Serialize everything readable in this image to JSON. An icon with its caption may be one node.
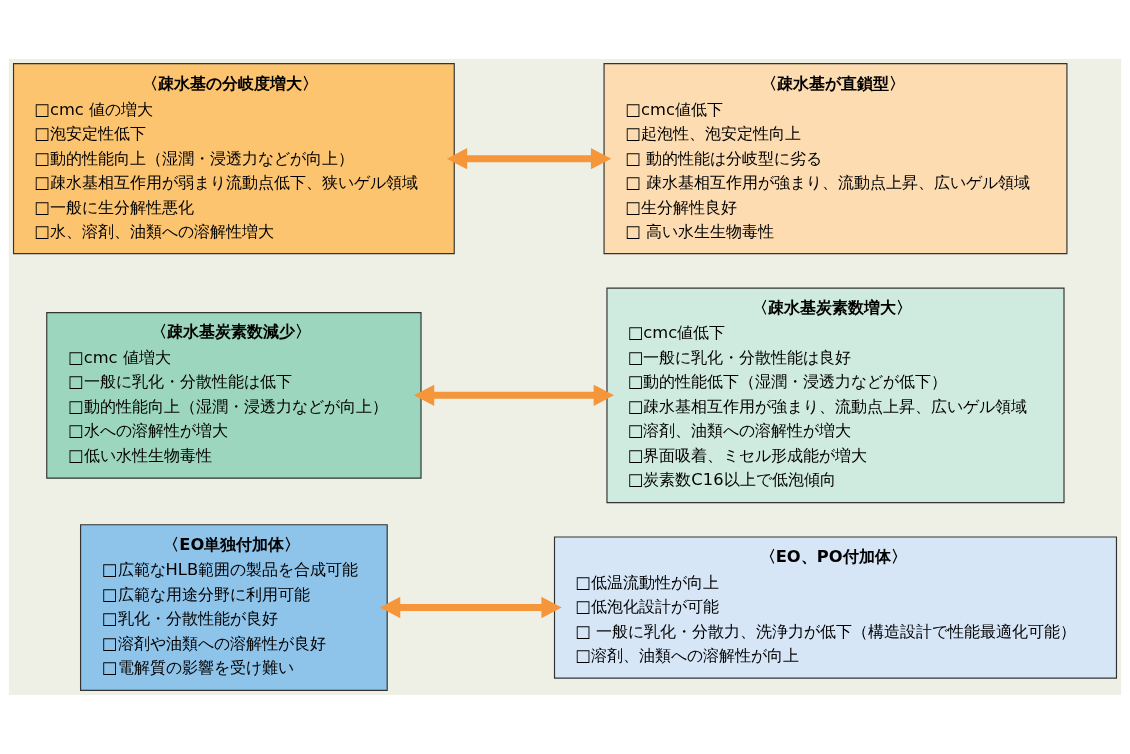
{
  "diagram": {
    "nodes": [
      {
        "text": [
          "〈EO単独付加体〉",
          "□広範なHLB範囲の製品を合成可能",
          "□広範な用途分野に利用可能",
          "□乳化・分散性能が良好",
          "□溶剤や油類への溶解性が良好",
          "□電解質の影響を受け難い"
        ]
      },
      {
        "text": [
          "〈EO、PO付加体〉",
          "□低温流動性が向上",
          "□低泡化設計が可能",
          "□ 一般に乳化・分散力、洗浄力が低下（構造設計で性能最適化可能）",
          "□溶剤、油類への溶解性が向上"
        ]
      },
      {
        "text": [
          "〈疎水基炭素数減少〉",
          "□cmc 値増大",
          "□一般に乳化・分散性能は低下",
          "□動的性能向上（湿潤・浸透力などが向上）",
          "□水への溶解性が増大",
          "□低い水性生物毒性"
        ]
      },
      {
        "text": [
          "〈疎水基炭素数増大〉",
          "□cmc値低下",
          "□一般に乳化・分散性能は良好",
          "□動的性能低下（湿潤・浸透力などが低下）",
          "□疎水基相互作用が強まり、流動点上昇、広いゲル領域",
          "□溶剤、油類への溶解性が増大",
          "□界面吸着、ミセル形成能が増大",
          "□炭素数C16以上で低泡傾向"
        ]
      },
      {
        "text": [
          "〈疎水基の分岐度増大〉",
          "□cmc 値の増大",
          "□泡安定性低下",
          "□動的性能向上（湿潤・浸透力などが向上）",
          "□疎水基相互作用が弱まり流動点低下、狭いゲル領域",
          "□一般に生分解性悪化",
          "□水、溶剤、油類への溶解性増大"
        ]
      },
      {
        "text": [
          "〈疎水基が直鎖型〉",
          "□cmc値低下",
          "□起泡性、泡安定性向上",
          "□ 動的性能は分岐型に劣る",
          "□ 疎水基相互作用が強まり、流動点上昇、広いゲル領域",
          "□生分解性良好",
          "□ 高い水生生物毒性"
        ]
      }
    ],
    "edges": [
      {
        "from": 0,
        "to": 1,
        "arrow": "both"
      },
      {
        "from": 2,
        "to": 3,
        "arrow": "both"
      },
      {
        "from": 4,
        "to": 5,
        "arrow": "both"
      }
    ]
  }
}
